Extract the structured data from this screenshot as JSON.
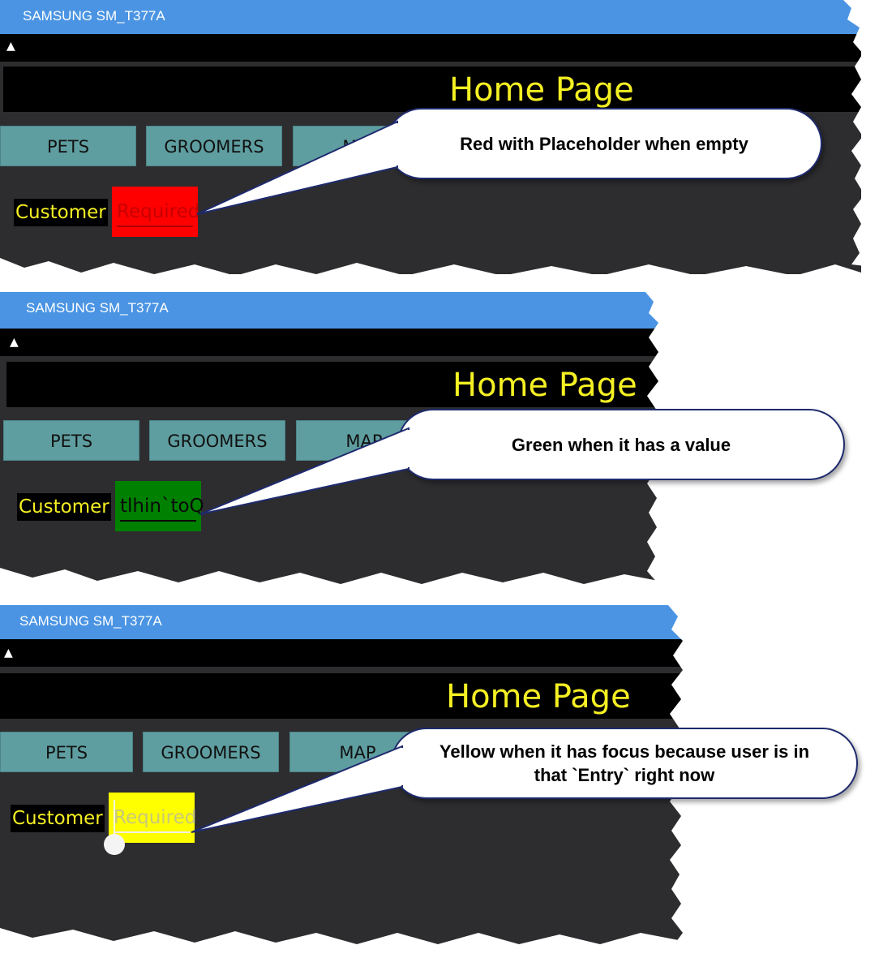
{
  "panels": [
    {
      "window_title": "SAMSUNG SM_T377A",
      "page_title": "Home Page",
      "nav": [
        "PETS",
        "GROOMERS",
        "MAP"
      ],
      "field_label": "Customer",
      "entry_text": "Required",
      "entry_state": "empty",
      "entry_bg": "#ff0000",
      "entry_text_color": "#c80000",
      "underline_color": "#b00000",
      "callout": "Red with Placeholder when empty"
    },
    {
      "window_title": "SAMSUNG SM_T377A",
      "page_title": "Home Page",
      "nav": [
        "PETS",
        "GROOMERS",
        "MAP"
      ],
      "field_label": "Customer",
      "entry_text": "tlhin`toQ",
      "entry_state": "has-value",
      "entry_bg": "#008000",
      "entry_text_color": "#0a0a0a",
      "underline_color": "#0a0a0a",
      "callout": "Green when it has a value"
    },
    {
      "window_title": "SAMSUNG SM_T377A",
      "page_title": "Home Page",
      "nav": [
        "PETS",
        "GROOMERS",
        "MAP"
      ],
      "field_label": "Customer",
      "entry_text": "Required",
      "entry_state": "focused",
      "entry_bg": "#ffff00",
      "entry_text_color": "#c8c87a",
      "underline_color": "#f0f0f0",
      "callout": "Yellow when it has focus because user is in that `Entry` right now"
    }
  ],
  "icons": {
    "warning": "warning-triangle-icon",
    "text_handle": "text-cursor-handle-icon"
  }
}
